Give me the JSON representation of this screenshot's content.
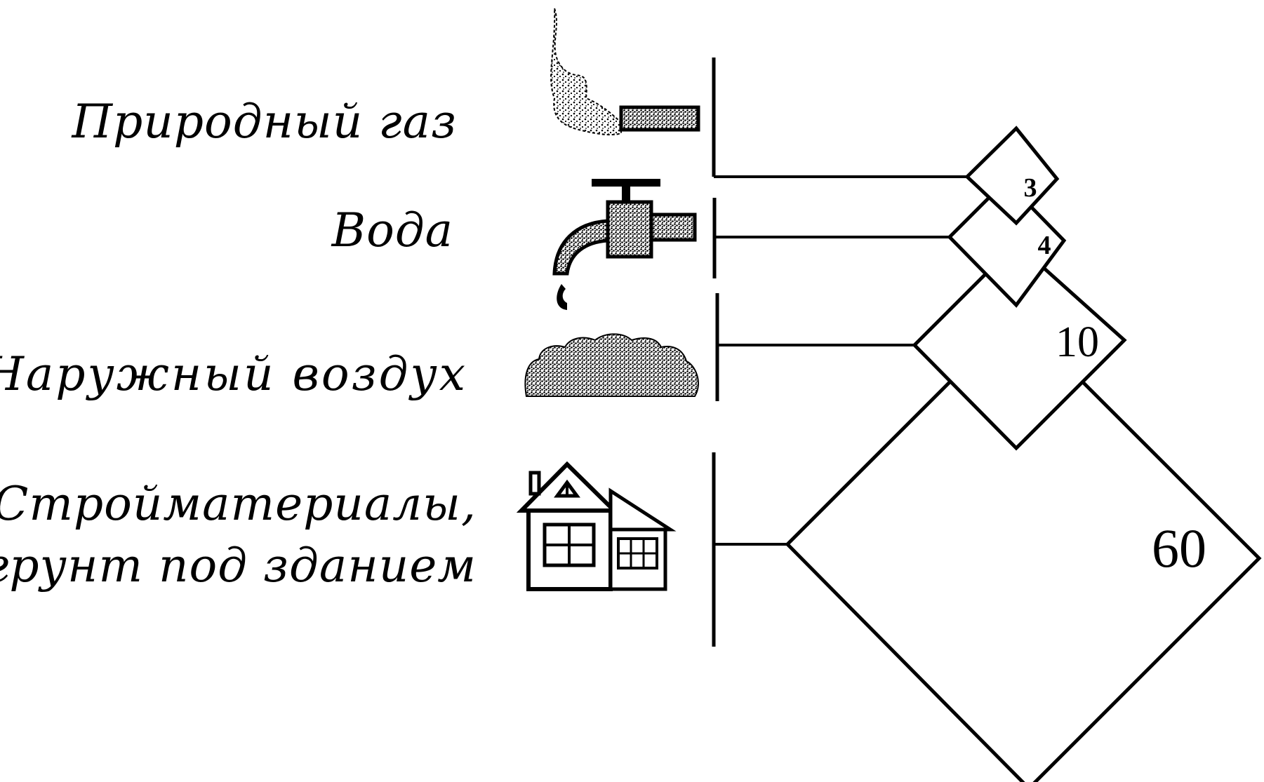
{
  "sources": [
    {
      "label": "Природный газ",
      "icon": "gas-flame-icon",
      "value": "3"
    },
    {
      "label": "Вода",
      "icon": "water-tap-icon",
      "value": "4"
    },
    {
      "label": "Наружный воздух",
      "icon": "cloud-air-icon",
      "value": "10"
    },
    {
      "label_line1": "Стройматериалы,",
      "label_line2": "грунт под зданием",
      "icon": "house-icon",
      "value": "60"
    }
  ]
}
